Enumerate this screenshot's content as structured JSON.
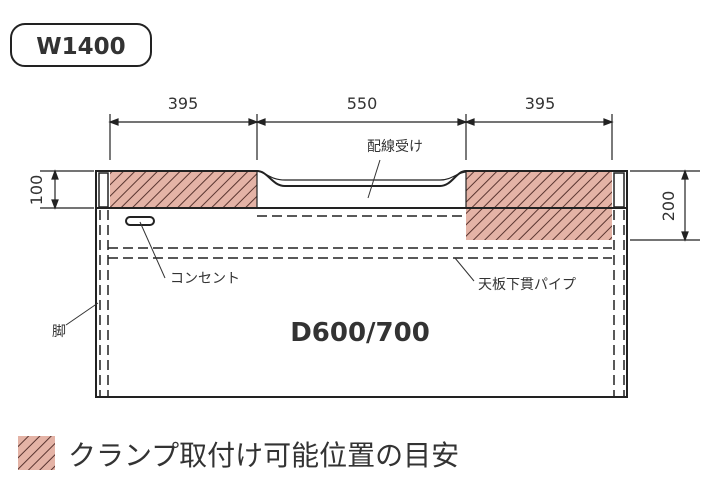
{
  "width_badge": "W1400",
  "dimensions": {
    "left_zone": "395",
    "center_zone": "550",
    "right_zone": "395",
    "front_depth": "100",
    "right_depth": "200"
  },
  "labels": {
    "cable_tray": "配線受け",
    "outlet": "コンセント",
    "pipe": "天板下貫パイプ",
    "leg": "脚",
    "depth": "D600/700"
  },
  "legend": {
    "text": "クランプ取付け可能位置の目安"
  },
  "colors": {
    "hatch_fill": "#e4b3a6",
    "hatch_line": "#5a3530",
    "line": "#222222"
  }
}
